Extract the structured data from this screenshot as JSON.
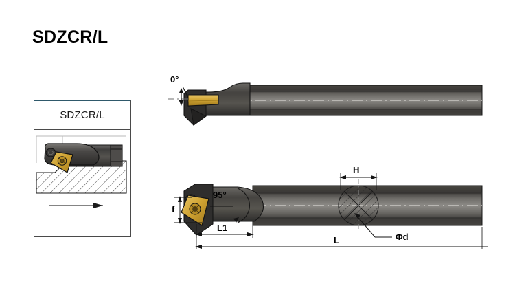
{
  "page": {
    "title": "SDZCR/L",
    "background_color": "#ffffff"
  },
  "spec_card": {
    "header_label": "SDZCR/L",
    "border_color": "#4a4a4a",
    "accent_color": "#2f596b",
    "figure_name": "boring-bar-cutting-workpiece-illustration"
  },
  "colors": {
    "tool_body_dark": "#3d3c3b",
    "tool_body_mid": "#5a5856",
    "tool_body_light": "#8f8d8a",
    "insert_gold": "#d2a636",
    "insert_gold_dark": "#a87f21",
    "outline": "#1a1a1a",
    "dimension_line": "#000000",
    "hatch": "#1a1a1a",
    "centerline": "#9a9a9a"
  },
  "top_view": {
    "name": "top-view-drawing",
    "annotations": [
      {
        "id": "lead-angle",
        "label": "0°",
        "name": "lead-angle-label-0deg"
      }
    ]
  },
  "side_view": {
    "name": "side-view-drawing",
    "annotations": [
      {
        "id": "approach-angle",
        "label": "95°",
        "name": "approach-angle-label-95deg"
      },
      {
        "id": "f",
        "label": "f",
        "name": "dimension-label-f"
      },
      {
        "id": "l1",
        "label": "L1",
        "name": "dimension-label-l1"
      },
      {
        "id": "l",
        "label": "L",
        "name": "dimension-label-l"
      },
      {
        "id": "h",
        "label": "H",
        "name": "dimension-label-h"
      },
      {
        "id": "phi-d",
        "label": "Φd",
        "name": "dimension-label-phi-d"
      }
    ]
  }
}
